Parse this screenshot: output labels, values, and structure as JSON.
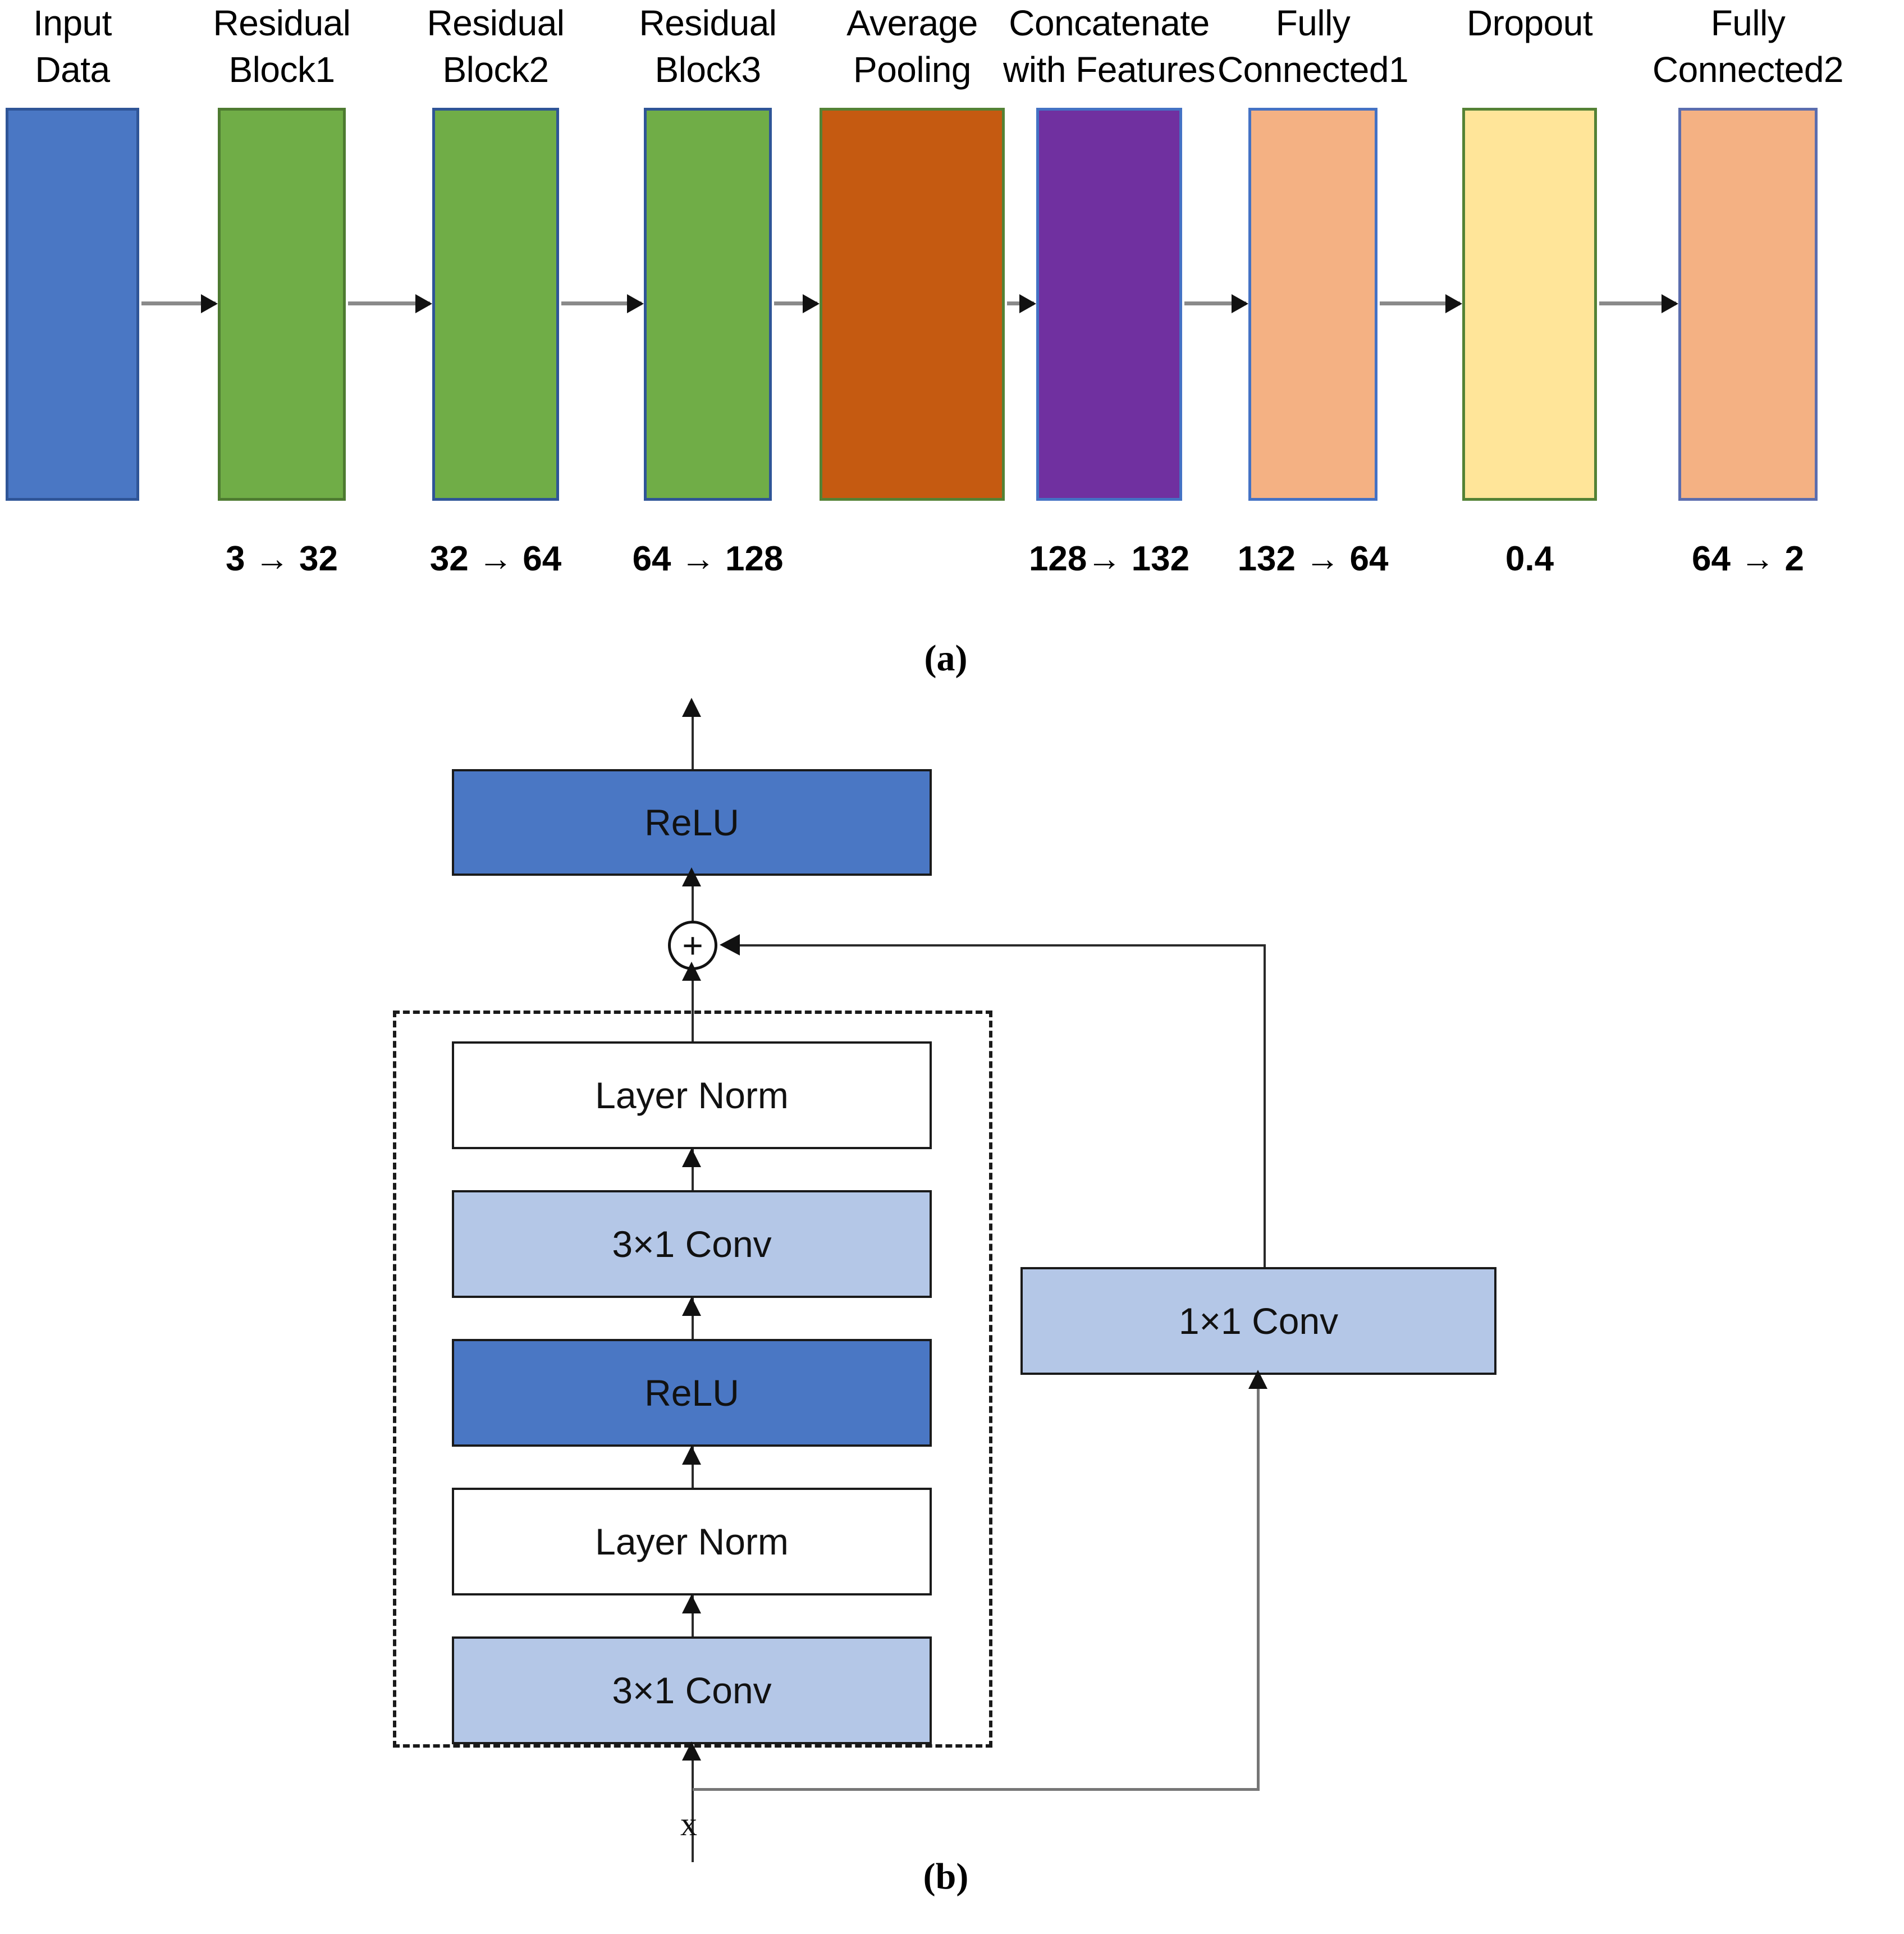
{
  "figure": {
    "panel_a_letter": "(a)",
    "panel_b_letter": "(b)"
  },
  "panel_a": {
    "stages": [
      {
        "label": "Input\nData",
        "dim": "",
        "fill": "#4A77C4",
        "border": "#2F5597"
      },
      {
        "label": "Residual\nBlock1",
        "dim": "3 → 32",
        "fill": "#70AD47",
        "border": "#4E7B31"
      },
      {
        "label": "Residual\nBlock2",
        "dim": "32 → 64",
        "fill": "#70AD47",
        "border": "#2F5597"
      },
      {
        "label": "Residual\nBlock3",
        "dim": "64 → 128",
        "fill": "#70AD47",
        "border": "#2F5597"
      },
      {
        "label": "Average\nPooling",
        "dim": "",
        "fill": "#C55A11",
        "border": "#548235"
      },
      {
        "label": "Concatenate\nwith Features",
        "dim": "128→ 132",
        "fill": "#7030A0",
        "border": "#4472C4"
      },
      {
        "label": "Fully\nConnected1",
        "dim": "132 → 64",
        "fill": "#F4B183",
        "border": "#4472C4"
      },
      {
        "label": "Dropout",
        "dim": "0.4",
        "fill": "#FFE599",
        "border": "#548235"
      },
      {
        "label": "Fully\nConnected2",
        "dim": "64 → 2",
        "fill": "#F4B183",
        "border": "#5B6DAE"
      }
    ]
  },
  "panel_b": {
    "output_relu": "ReLU",
    "add_symbol": "+",
    "main_branch": [
      {
        "label": "Layer Norm",
        "fill": "#FFFFFF",
        "kind": "norm"
      },
      {
        "label": "3×1 Conv",
        "fill": "#B4C7E7",
        "kind": "conv"
      },
      {
        "label": "ReLU",
        "fill": "#4A77C4",
        "kind": "relu"
      },
      {
        "label": "Layer Norm",
        "fill": "#FFFFFF",
        "kind": "norm"
      },
      {
        "label": "3×1 Conv",
        "fill": "#B4C7E7",
        "kind": "conv"
      }
    ],
    "shortcut_branch": {
      "label": "1×1 Conv",
      "fill": "#B4C7E7"
    },
    "input_label": "x"
  },
  "colors": {
    "line": "#2a2a2a",
    "line_gray": "#767676",
    "text": "#111111",
    "background": "#ffffff"
  }
}
